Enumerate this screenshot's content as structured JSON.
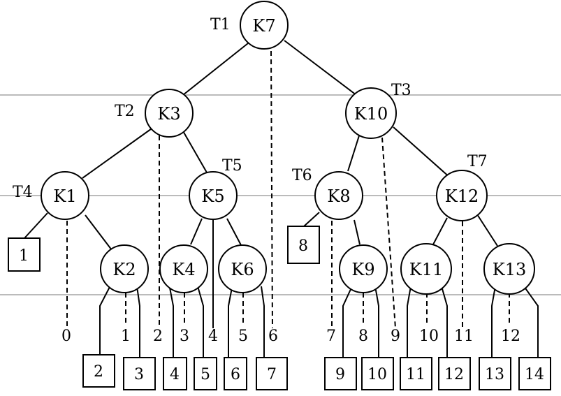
{
  "tree": {
    "nodes": [
      {
        "id": "K7",
        "label": "K7",
        "tag": "T1"
      },
      {
        "id": "K3",
        "label": "K3",
        "tag": "T2"
      },
      {
        "id": "K10",
        "label": "K10",
        "tag": "T3"
      },
      {
        "id": "K1",
        "label": "K1",
        "tag": "T4"
      },
      {
        "id": "K5",
        "label": "K5",
        "tag": "T5"
      },
      {
        "id": "K8",
        "label": "K8",
        "tag": "T6"
      },
      {
        "id": "K12",
        "label": "K12",
        "tag": "T7"
      },
      {
        "id": "K2",
        "label": "K2",
        "tag": ""
      },
      {
        "id": "K4",
        "label": "K4",
        "tag": ""
      },
      {
        "id": "K6",
        "label": "K6",
        "tag": ""
      },
      {
        "id": "K9",
        "label": "K9",
        "tag": ""
      },
      {
        "id": "K11",
        "label": "K11",
        "tag": ""
      },
      {
        "id": "K13",
        "label": "K13",
        "tag": ""
      }
    ],
    "leaves": [
      "1",
      "2",
      "3",
      "4",
      "5",
      "6",
      "7",
      "8",
      "9",
      "10",
      "11",
      "12",
      "13",
      "14"
    ],
    "indices": [
      "0",
      "1",
      "2",
      "3",
      "4",
      "5",
      "6",
      "7",
      "8",
      "9",
      "10",
      "11",
      "12"
    ]
  }
}
